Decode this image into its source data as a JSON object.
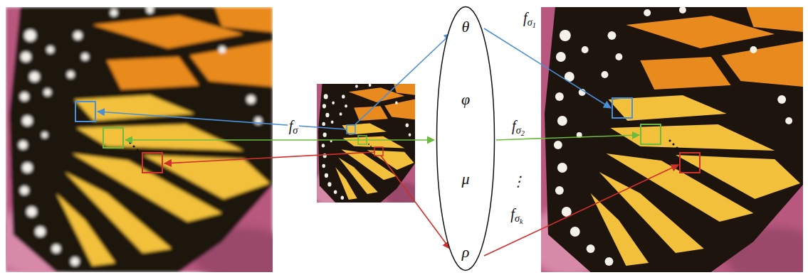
{
  "diagram": {
    "nodes": [
      {
        "text": [
          "θ",
          "φ",
          "μ",
          "ρ"
        ]
      }
    ],
    "labels": [
      "fσ",
      "fσ1",
      "fσ2",
      "⋮",
      "fσk"
    ]
  }
}
